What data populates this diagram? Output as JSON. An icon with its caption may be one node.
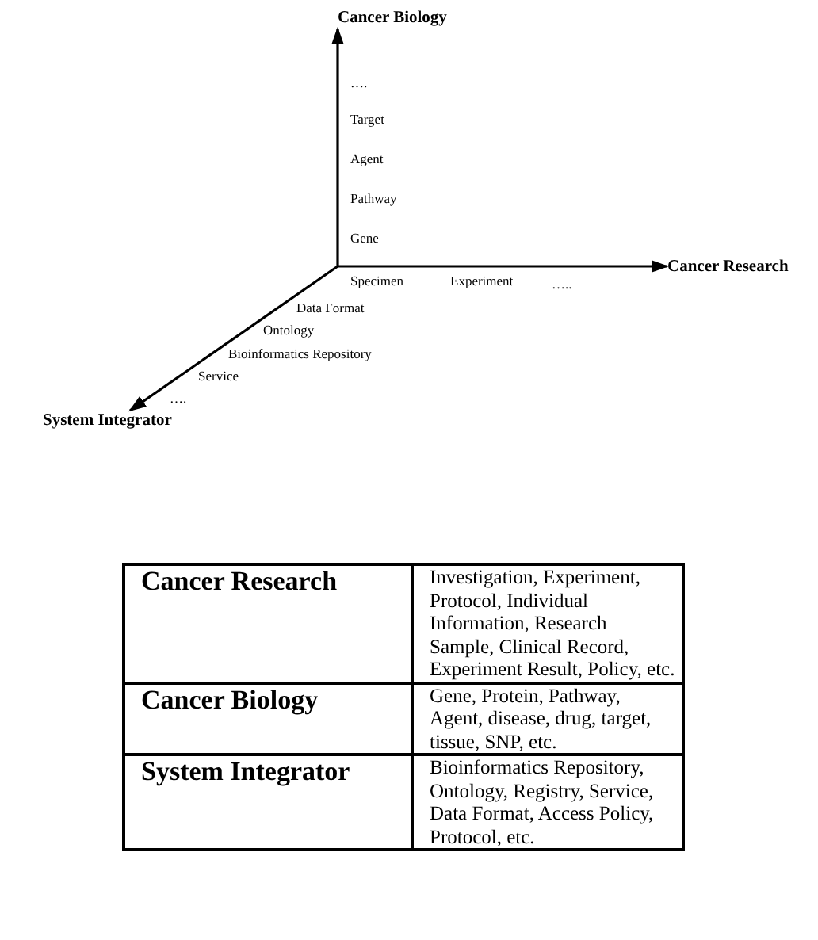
{
  "diagram": {
    "nodes": [
      {
        "text": [
          "Cancer Biology"
        ]
      },
      {
        "text": [
          "Cancer Research"
        ]
      },
      {
        "text": [
          "System Integrator"
        ]
      }
    ],
    "edges": [
      {
        "from": null,
        "to": 0,
        "arrow": "to"
      },
      {
        "from": null,
        "to": 1,
        "arrow": "to"
      },
      {
        "from": null,
        "to": 2,
        "arrow": "to"
      }
    ],
    "labels": [
      "….",
      "Target",
      "Agent",
      "Pathway",
      "Gene",
      "Specimen",
      "Experiment",
      "…..",
      "Data Format",
      "Ontology",
      "Bioinformatics Repository",
      "Service",
      "….",
      "Cancer Research",
      "Investigation, Experiment, Protocol, Individual Information, Research Sample, Clinical Record, Experiment Result, Policy, etc.",
      "Cancer Biology",
      "Gene, Protein, Pathway, Agent, disease, drug, target, tissue, SNP, etc.",
      "System Integrator",
      "Bioinformatics Repository, Ontology, Registry, Service, Data Format, Access Policy, Protocol, etc."
    ]
  }
}
